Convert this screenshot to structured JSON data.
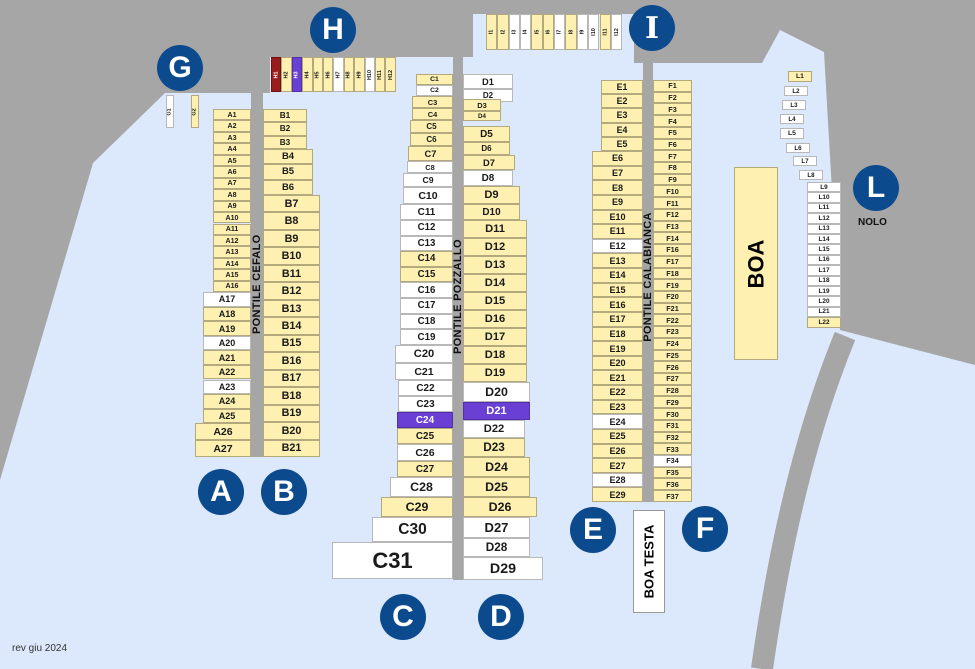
{
  "map": {
    "revision": "rev giu 2024",
    "nolo_label": "NOLO",
    "boa_label": "BOA",
    "boa_testa_label": "BOA TESTA",
    "colors": {
      "water": "#dce8fb",
      "land": "#a6a6a6",
      "occupied": "#fdf0b0",
      "free": "#ffffff",
      "highlight_purple": "#6a3fd4",
      "highlight_red": "#9a1c1c",
      "badge": "#0c4a8e"
    }
  },
  "piers": {
    "cefalo": "PONTILE CEFALO",
    "pozzallo": "PONTILE POZZALLO",
    "calabianca": "PONTILE CALABIANCA"
  },
  "sections": {
    "A": "A",
    "B": "B",
    "C": "C",
    "D": "D",
    "E": "E",
    "F": "F",
    "G": "G",
    "H": "H",
    "I": "I",
    "L": "L"
  },
  "berths": {
    "A": {
      "labels": [
        "A1",
        "A2",
        "A3",
        "A4",
        "A5",
        "A6",
        "A7",
        "A8",
        "A9",
        "A10",
        "A11",
        "A12",
        "A13",
        "A14",
        "A15",
        "A16",
        "A17",
        "A18",
        "A19",
        "A20",
        "A21",
        "A22",
        "A23",
        "A24",
        "A25",
        "A26",
        "A27"
      ],
      "status": "yyyyyyyyyyyyyyyywyywyywyyyy"
    },
    "B": {
      "labels": [
        "B1",
        "B2",
        "B3",
        "B4",
        "B5",
        "B6",
        "B7",
        "B8",
        "B9",
        "B10",
        "B11",
        "B12",
        "B13",
        "B14",
        "B15",
        "B16",
        "B17",
        "B18",
        "B19",
        "B20",
        "B21"
      ],
      "status": "yyyyyyyyyyyyyyyyyyyyy"
    },
    "C": {
      "labels": [
        "C1",
        "C2",
        "C3",
        "C4",
        "C5",
        "C6",
        "C7",
        "C8",
        "C9",
        "C10",
        "C11",
        "C12",
        "C13",
        "C14",
        "C15",
        "C16",
        "C17",
        "C18",
        "C19",
        "C20",
        "C21",
        "C22",
        "C23",
        "C24",
        "C25",
        "C26",
        "C27",
        "C28",
        "C29",
        "C30",
        "C31"
      ],
      "status": "ywyyyyywwwwwwyywwwwwwwwpywywyww"
    },
    "D": {
      "labels": [
        "D1",
        "D2",
        "D3",
        "D4",
        "D5",
        "D6",
        "D7",
        "D8",
        "D9",
        "D10",
        "D11",
        "D12",
        "D13",
        "D14",
        "D15",
        "D16",
        "D17",
        "D18",
        "D19",
        "D20",
        "D21",
        "D22",
        "D23",
        "D24",
        "D25",
        "D26",
        "D27",
        "D28",
        "D29"
      ],
      "status": "wwyyyyywyyyyyyyyyyywpwyyyywww"
    },
    "E": {
      "labels": [
        "E1",
        "E2",
        "E3",
        "E4",
        "E5",
        "E6",
        "E7",
        "E8",
        "E9",
        "E10",
        "E11",
        "E12",
        "E13",
        "E14",
        "E15",
        "E16",
        "E17",
        "E18",
        "E19",
        "E20",
        "E21",
        "E22",
        "E23",
        "E24",
        "E25",
        "E26",
        "E27",
        "E28",
        "E29"
      ],
      "status": "yyyyyyyyyyywyyyyyyyyyyywyyywy"
    },
    "F": {
      "labels": [
        "F1",
        "F2",
        "F3",
        "F4",
        "F5",
        "F6",
        "F7",
        "F8",
        "F9",
        "F10",
        "F11",
        "F12",
        "F13",
        "F14",
        "F16",
        "F17",
        "F18",
        "F19",
        "F20",
        "F21",
        "F22",
        "F23",
        "F24",
        "F25",
        "F26",
        "F27",
        "F28",
        "F29",
        "F30",
        "F31",
        "F32",
        "F33",
        "F34",
        "F35",
        "F36",
        "F37"
      ],
      "status": "yyyyyyyyyyyyyyyyyyyyyyyyyyyyyyyywyyy"
    },
    "G": {
      "labels": [
        "G1",
        "G2"
      ],
      "status": "wy"
    },
    "H": {
      "labels": [
        "H1",
        "H2",
        "H3",
        "H4",
        "H5",
        "H6",
        "H7",
        "H8",
        "H9",
        "H10",
        "H11",
        "H12"
      ],
      "status": "rypyyywyywyy"
    },
    "I": {
      "labels": [
        "I1",
        "I2",
        "I3",
        "I4",
        "I5",
        "I6",
        "I7",
        "I8",
        "I9",
        "I10",
        "I11",
        "I12"
      ],
      "status": "yywwyywywwyw"
    },
    "L": {
      "labels": [
        "L1",
        "L2",
        "L3",
        "L4",
        "L5",
        "L6",
        "L7",
        "L8",
        "L9",
        "L10",
        "L11",
        "L12",
        "L13",
        "L14",
        "L15",
        "L16",
        "L17",
        "L18",
        "L19",
        "L20",
        "L21",
        "L22"
      ],
      "status": "ywwwwwwwwwwwwwwwwwwwwy"
    }
  }
}
